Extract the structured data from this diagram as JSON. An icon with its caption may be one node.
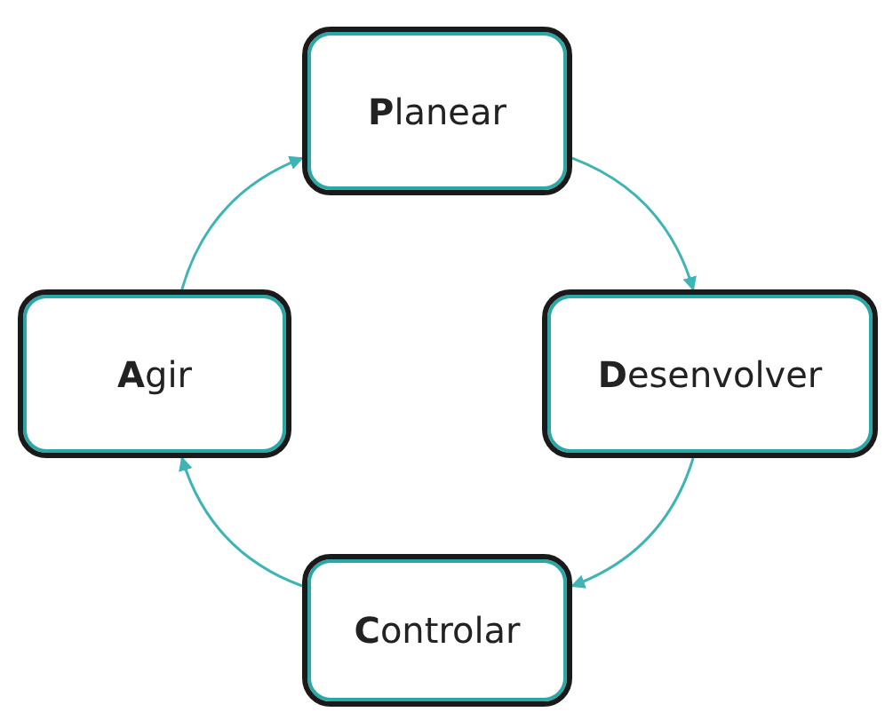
{
  "diagram": {
    "nodes": [
      {
        "text": [
          "**P**lanear"
        ]
      },
      {
        "text": [
          "**D**esenvolver"
        ]
      },
      {
        "text": [
          "**C**ontrolar"
        ]
      },
      {
        "text": [
          "**A**gir"
        ]
      }
    ],
    "edges": [
      {
        "from": 0,
        "to": 1,
        "arrow": "to"
      },
      {
        "from": 1,
        "to": 2,
        "arrow": "to"
      },
      {
        "from": 2,
        "to": 3,
        "arrow": "to"
      },
      {
        "from": 3,
        "to": 0,
        "arrow": "to"
      }
    ]
  }
}
